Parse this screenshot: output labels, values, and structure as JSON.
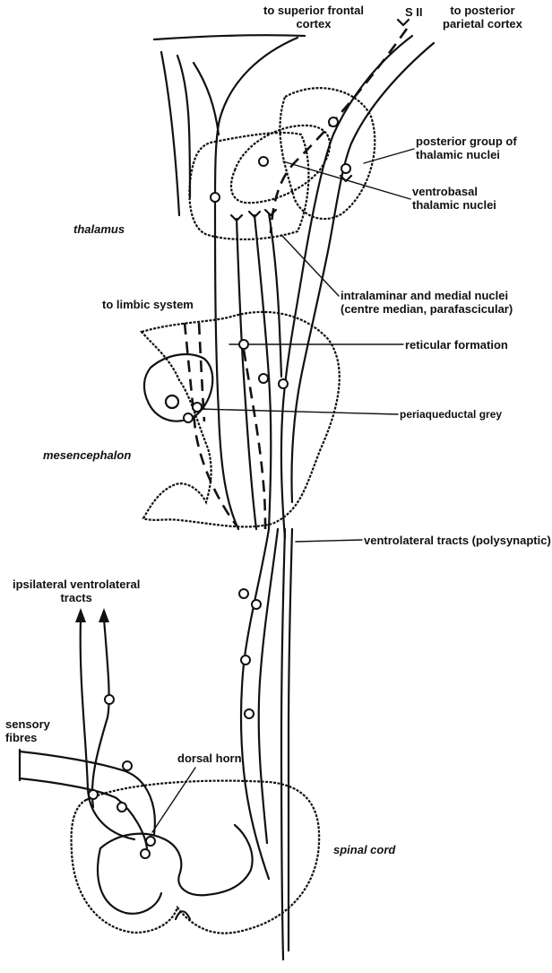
{
  "labels": {
    "superior_frontal": [
      "to superior frontal",
      "cortex"
    ],
    "s2": "S II",
    "posterior_parietal": [
      "to posterior",
      "parietal cortex"
    ],
    "posterior_group": [
      "posterior group of",
      "thalamic nuclei"
    ],
    "ventrobasal": [
      "ventrobasal",
      "thalamic nuclei"
    ],
    "thalamus": "thalamus",
    "limbic": "to limbic system",
    "intralaminar": [
      "intralaminar and medial nuclei",
      "(centre median, parafascicular)"
    ],
    "reticular": "reticular formation",
    "periaqueductal": "periaqueductal grey",
    "mesencephalon": "mesencephalon",
    "ventrolateral": "ventrolateral tracts (polysynaptic)",
    "ipsilateral": [
      "ipsilateral ventrolateral",
      "tracts"
    ],
    "sensory": [
      "sensory",
      "fibres"
    ],
    "dorsal_horn": "dorsal horn",
    "spinal_cord": "spinal cord"
  }
}
